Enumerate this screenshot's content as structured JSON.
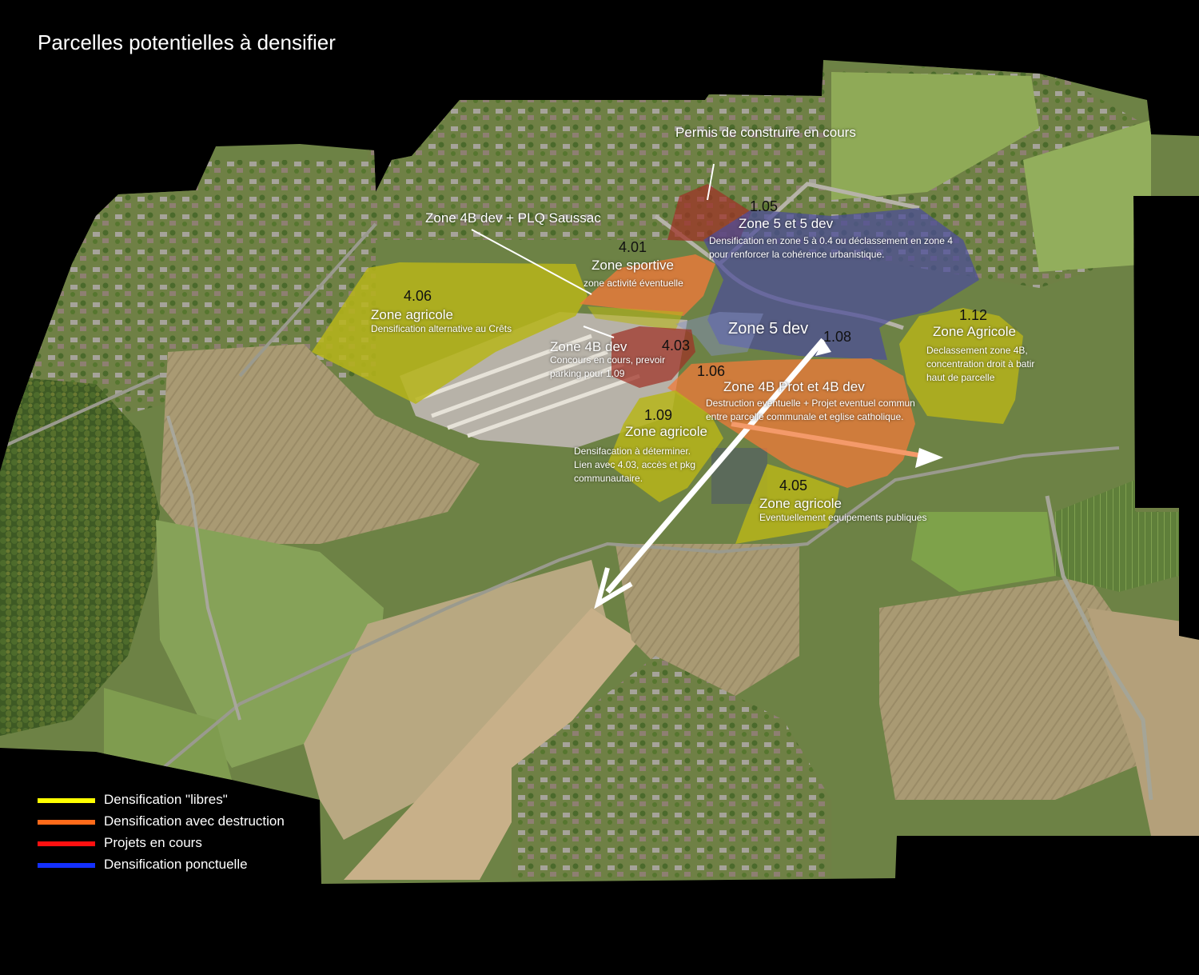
{
  "title": "Parcelles potentielles à densifier",
  "callouts": {
    "permis": "Permis de construire en cours",
    "plq": "Zone 4B dev + PLQ Saussac"
  },
  "zones": {
    "z105": {
      "num": "1.05",
      "name": "Zone 5 et 5 dev",
      "note": "Densification en zone 5 à 0.4 ou déclassement en zone 4 pour renforcer la cohérence urbanistique."
    },
    "z401": {
      "num": "4.01",
      "name": "Zone sportive",
      "note": "zone activité éventuelle"
    },
    "z406": {
      "num": "4.06",
      "name": "Zone agricole",
      "note": "Densification alternative au Crêts"
    },
    "z5dev": {
      "name": "Zone 5 dev"
    },
    "z108": {
      "num": "1.08"
    },
    "z112": {
      "num": "1.12",
      "name": "Zone Agricole",
      "note": "Declassement zone 4B, concentration droit à batir haut de parcelle"
    },
    "z403": {
      "num": "4.03",
      "name": "Zone 4B dev",
      "note": "Concours en cours, prevoir parking pour 1.09"
    },
    "z106": {
      "num": "1.06",
      "name": "Zone 4B Prot et 4B dev",
      "note": "Destruction eventuelle + Projet eventuel commun entre parcelle communale et eglise catholique."
    },
    "z109": {
      "num": "1.09",
      "name": "Zone agricole",
      "note": "Densifacation à déterminer. Lien avec 4.03, accès et pkg communautaire."
    },
    "z405": {
      "num": "4.05",
      "name": "Zone agricole",
      "note": "Eventuellement equipements publiques"
    }
  },
  "legend": [
    {
      "label": "Densification \"libres\"",
      "color": "#ffff00"
    },
    {
      "label": "Densification avec destruction",
      "color": "#ff6a1a"
    },
    {
      "label": "Projets en cours",
      "color": "#ff1010"
    },
    {
      "label": "Densification ponctuelle",
      "color": "#1430ff"
    }
  ],
  "colors": {
    "libres_overlay": "#b7b51a",
    "destruction_overlay": "#f07a3a",
    "projets_overlay": "#a03025",
    "ponctuelle_overlay": "#4b4c9a"
  }
}
